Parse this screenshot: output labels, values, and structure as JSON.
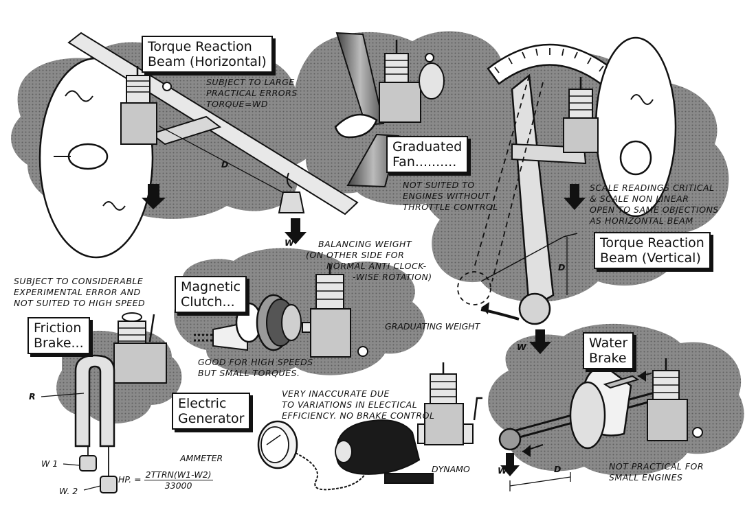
{
  "torque_horizontal": {
    "title_line1": "Torque Reaction",
    "title_line2": "Beam (Horizontal)",
    "note": [
      "SUBJECT TO LARGE",
      "PRACTICAL ERRORS",
      "TORQUE=WD"
    ],
    "d_label": "D",
    "w_label": "W",
    "weight_note": [
      "BALANCING WEIGHT",
      "(ON OTHER SIDE FOR",
      "NORMAL ANTI CLOCK-",
      "-WISE ROTATION)"
    ]
  },
  "fan": {
    "title_line1": "Graduated",
    "title_line2": "Fan..........",
    "note": [
      "NOT SUITED TO",
      "ENGINES WITHOUT",
      "THROTTLE CONTROL"
    ]
  },
  "torque_vertical": {
    "title_line1": "Torque Reaction",
    "title_line2": "Beam (Vertical)",
    "note": [
      "SCALE READINGS CRITICAL",
      "& SCALE NON LINEAR",
      "OPEN TO SAME OBJECTIONS",
      "AS HORIZONTAL BEAM"
    ],
    "d_label": "D",
    "w_label": "W",
    "weight_label": "GRADUATING WEIGHT"
  },
  "friction": {
    "title_line1": "Friction",
    "title_line2": "Brake...",
    "note": [
      "SUBJECT TO CONSIDERABLE",
      "EXPERIMENTAL ERROR AND",
      "NOT SUITED TO HIGH SPEED"
    ],
    "r_label": "R",
    "w1_label": "W 1",
    "w2_label": "W. 2",
    "formula_lhs": "HP. =",
    "formula_num": "2TTRN(W1-W2)",
    "formula_den": "33000"
  },
  "magnetic": {
    "title_line1": "Magnetic",
    "title_line2": "Clutch...",
    "note": [
      "GOOD FOR HIGH SPEEDS",
      "BUT SMALL TORQUES."
    ]
  },
  "electric": {
    "title_line1": "Electric",
    "title_line2": "Generator",
    "note": [
      "VERY INACCURATE DUE",
      "TO VARIATIONS IN ELECTICAL",
      "EFFICIENCY. NO BRAKE CONTROL"
    ],
    "ammeter_label": "AMMETER",
    "dynamo_label": "DYNAMO"
  },
  "water": {
    "title_line1": "Water",
    "title_line2": "Brake",
    "note": [
      "NOT PRACTICAL FOR",
      "SMALL ENGINES"
    ],
    "w_label": "W",
    "d_label": "D"
  }
}
